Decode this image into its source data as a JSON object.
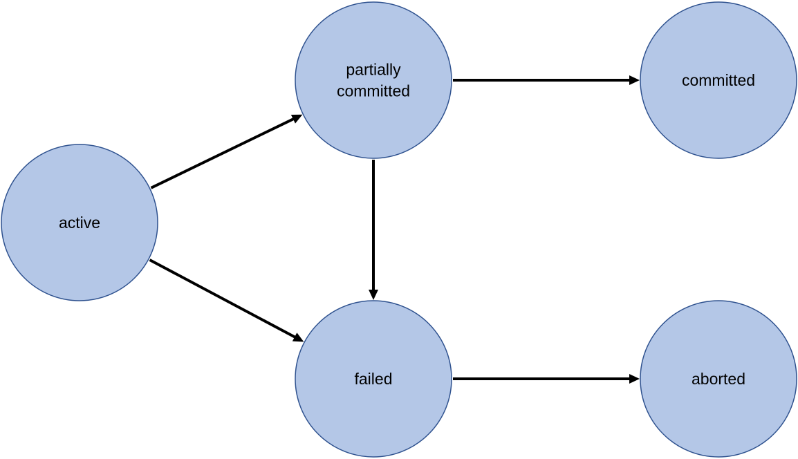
{
  "diagram": {
    "type": "state-transition",
    "colors": {
      "node_fill": "#b4c7e7",
      "node_stroke": "#2f528f",
      "edge": "#000000",
      "label": "#000000"
    },
    "nodes": [
      {
        "id": "active",
        "lines": [
          "active"
        ]
      },
      {
        "id": "partially-committed",
        "lines": [
          "partially",
          "committed"
        ]
      },
      {
        "id": "committed",
        "lines": [
          "committed"
        ]
      },
      {
        "id": "failed",
        "lines": [
          "failed"
        ]
      },
      {
        "id": "aborted",
        "lines": [
          "aborted"
        ]
      }
    ],
    "edges": [
      {
        "from": "active",
        "to": "partially-committed"
      },
      {
        "from": "active",
        "to": "failed"
      },
      {
        "from": "partially-committed",
        "to": "committed"
      },
      {
        "from": "partially-committed",
        "to": "failed"
      },
      {
        "from": "failed",
        "to": "aborted"
      }
    ]
  }
}
